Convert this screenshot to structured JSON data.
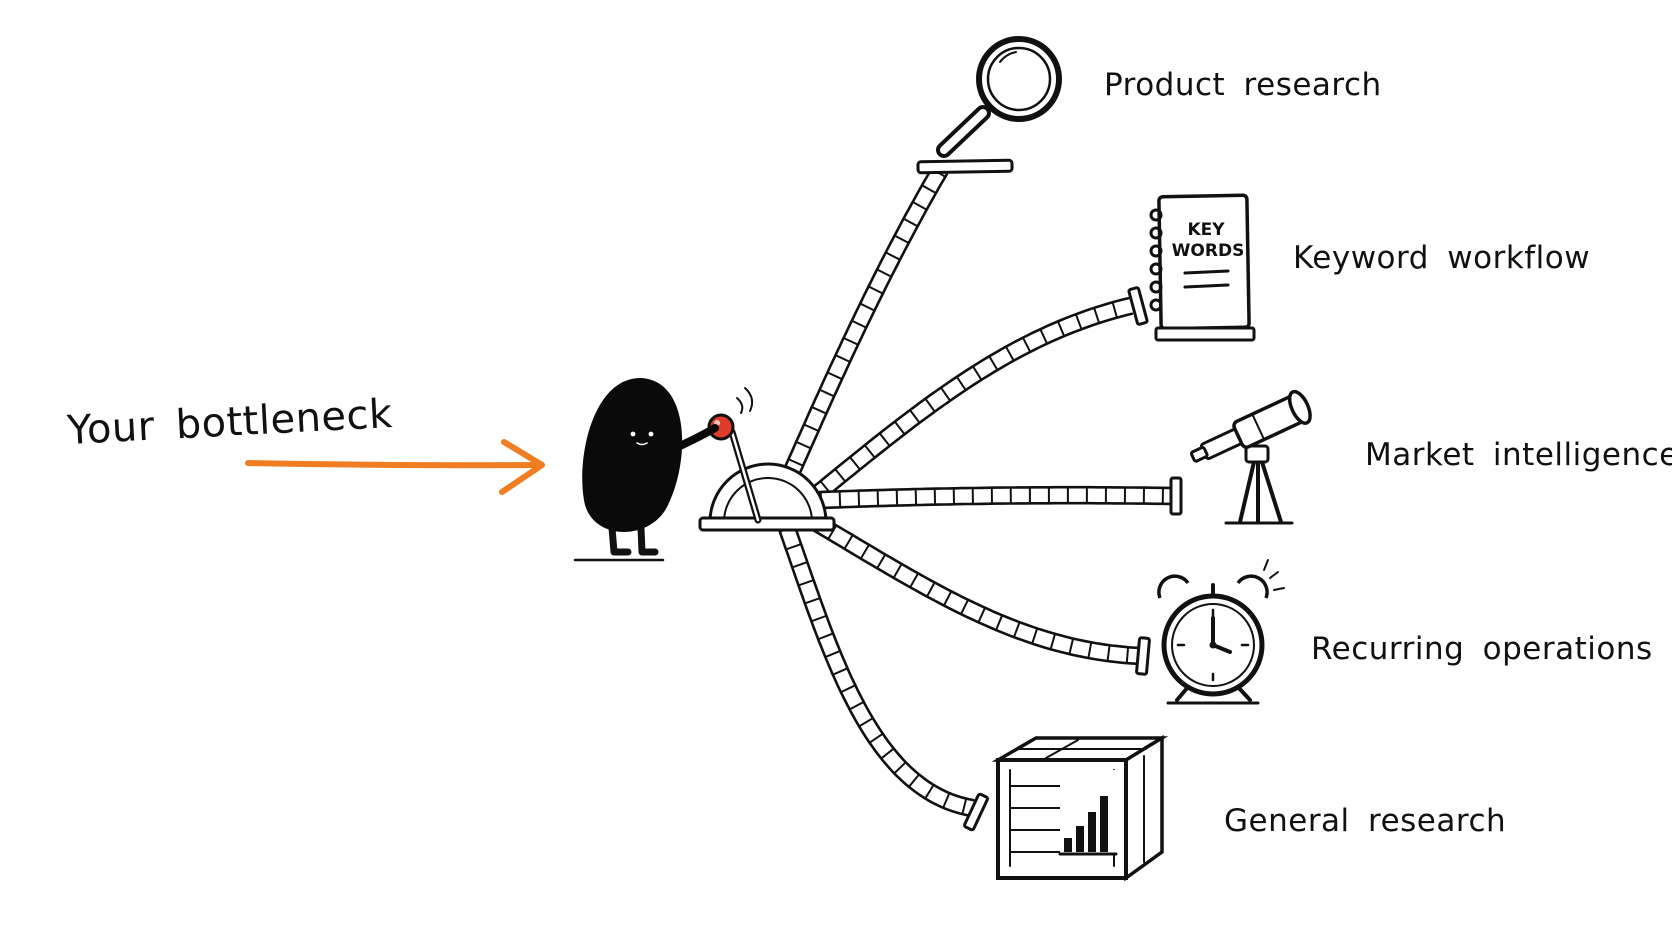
{
  "input_label": "Your bottleneck",
  "accent_color": "#F07D22",
  "lever_knob_color": "#E03A2A",
  "ink_color": "#111111",
  "notebook_text": {
    "line1": "KEY",
    "line2": "WORDS"
  },
  "destinations": [
    {
      "label": "Product research",
      "icon": "magnifying-glass-icon"
    },
    {
      "label": "Keyword workflow",
      "icon": "notebook-icon"
    },
    {
      "label": "Market intelligence",
      "icon": "telescope-icon"
    },
    {
      "label": "Recurring operations",
      "icon": "alarm-clock-icon"
    },
    {
      "label": "General research",
      "icon": "crate-bar-chart-icon"
    }
  ]
}
